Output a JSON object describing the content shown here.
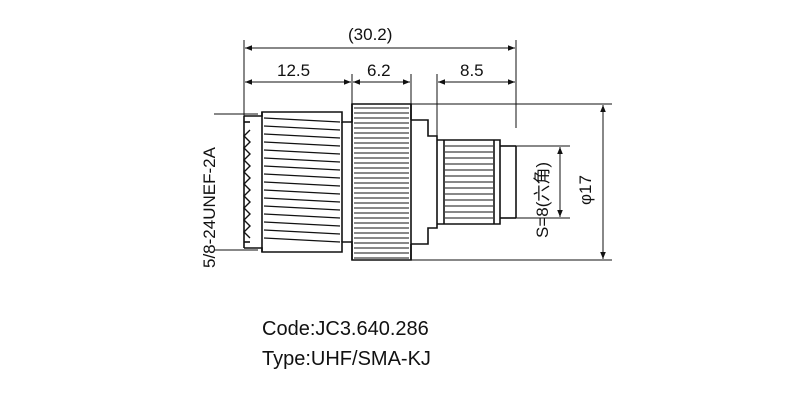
{
  "dimensions": {
    "overall": "(30.2)",
    "left_body": "12.5",
    "middle_nut": "6.2",
    "right_pin": "8.5",
    "thread": "5/8-24UNEF-2A",
    "hex": "S=8(六角)",
    "diameter": "φ17"
  },
  "caption": {
    "code": "Code:JC3.640.286",
    "type": "Type:UHF/SMA-KJ"
  }
}
